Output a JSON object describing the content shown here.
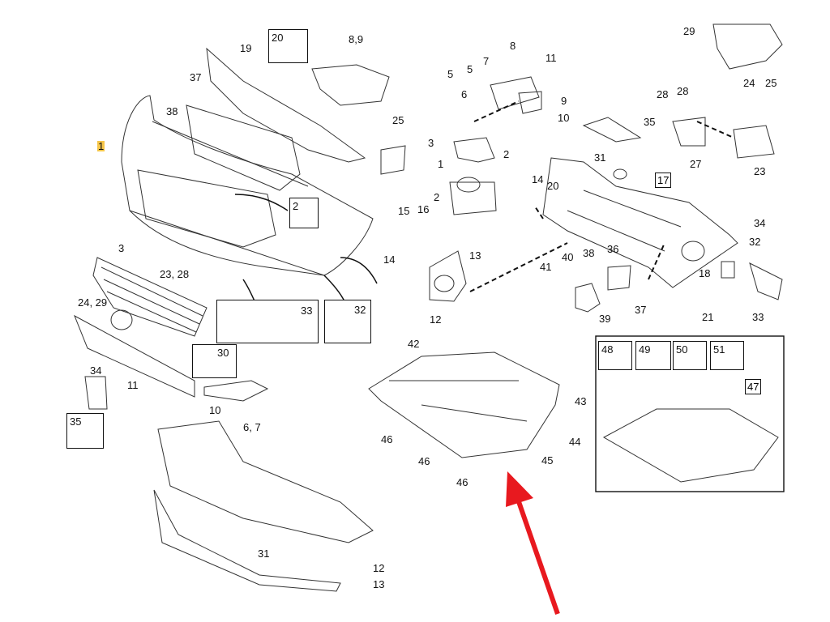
{
  "diagram": {
    "labels": {
      "l1": "1",
      "l3": "3",
      "l37": "37",
      "l38": "38",
      "l19": "19",
      "l20": "20",
      "l8_9": "8,9",
      "l25": "25",
      "l2": "2",
      "l23_28": "23, 28",
      "l24_29": "24, 29",
      "l11": "11",
      "l34": "34",
      "l35": "35",
      "l30": "30",
      "l6_7": "6, 7",
      "l10": "10",
      "l31": "31",
      "l12": "12",
      "l13": "13",
      "l33": "33",
      "l32": "32",
      "r5a": "5",
      "r5b": "5",
      "r6": "6",
      "r7": "7",
      "r8": "8",
      "r11": "11",
      "r9": "9",
      "r10": "10",
      "r3": "3",
      "r2a": "2",
      "r1": "1",
      "r2b": "2",
      "r14a": "14",
      "r20": "20",
      "r15": "15",
      "r16": "16",
      "r14b": "14",
      "r13": "13",
      "r12": "12",
      "r17": "17",
      "r31": "31",
      "r29": "29",
      "r24": "24",
      "r25": "25",
      "r28a": "28",
      "r28b": "28",
      "r35": "35",
      "r27": "27",
      "r23": "23",
      "r34": "34",
      "r32": "32",
      "r18": "18",
      "r21": "21",
      "r33": "33",
      "r36": "36",
      "r38": "38",
      "r40": "40",
      "r41": "41",
      "r37": "37",
      "r39": "39",
      "p42": "42",
      "p43": "43",
      "p44": "44",
      "p45": "45",
      "p46a": "46",
      "p46b": "46",
      "p46c": "46",
      "k48": "48",
      "k49": "49",
      "k50": "50",
      "k51": "51",
      "k47": "47"
    },
    "colors": {
      "line": "#222222",
      "highlight": "#f6c64a",
      "arrow": "#e8191f"
    }
  }
}
